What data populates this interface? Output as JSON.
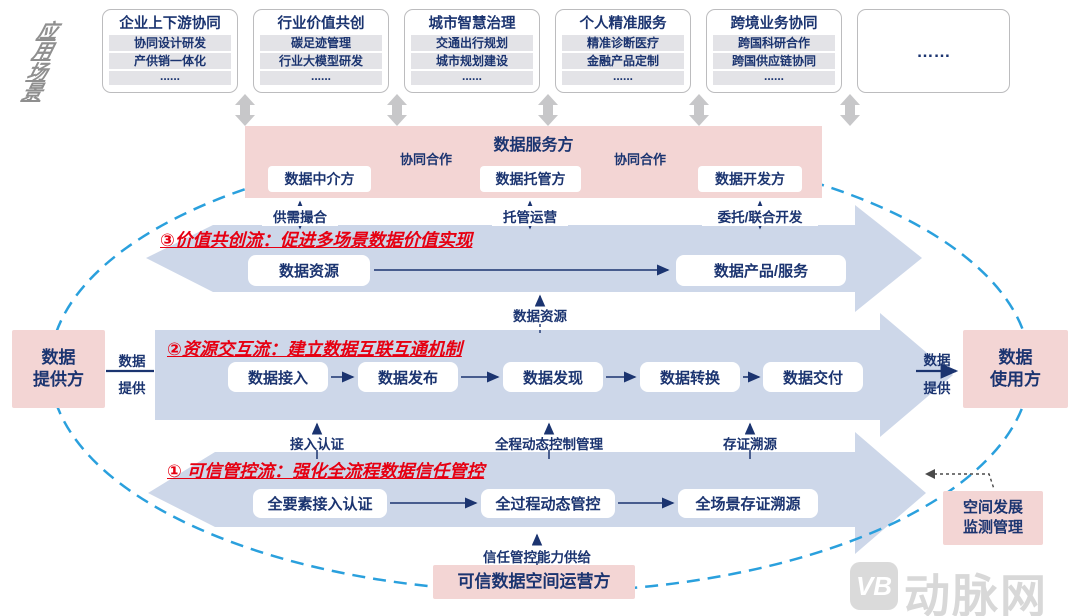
{
  "scenario_label": {
    "chars": [
      "应",
      "用",
      "场",
      "景"
    ]
  },
  "top_boxes": [
    {
      "title": "企业上下游协同",
      "rows": [
        "协同设计研发",
        "产供销一体化",
        "......"
      ]
    },
    {
      "title": "行业价值共创",
      "rows": [
        "碳足迹管理",
        "行业大模型研发",
        "......"
      ]
    },
    {
      "title": "城市智慧治理",
      "rows": [
        "交通出行规划",
        "城市规划建设",
        "......"
      ]
    },
    {
      "title": "个人精准服务",
      "rows": [
        "精准诊断医疗",
        "金融产品定制",
        "......"
      ]
    },
    {
      "title": "跨境业务协同",
      "rows": [
        "跨国科研合作",
        "跨国供应链协同",
        "......"
      ]
    },
    {
      "title": "……",
      "rows": []
    }
  ],
  "banner": {
    "title": "数据服务方",
    "roles": [
      "数据中介方",
      "数据托管方",
      "数据开发方"
    ],
    "cooperation": "协同合作",
    "functions": [
      "供需撮合",
      "托管运营",
      "委托/联合开发"
    ]
  },
  "flow3": {
    "title": "③价值共创流：促进多场景数据价值实现",
    "source": "数据资源",
    "target": "数据产品/服务"
  },
  "mid_resource_label": "数据资源",
  "flow2": {
    "title": "②资源交互流：建立数据互联互通机制",
    "steps": [
      "数据接入",
      "数据发布",
      "数据发现",
      "数据转换",
      "数据交付"
    ]
  },
  "trust_strip": [
    "接入认证",
    "全程动态控制管理",
    "存证溯源"
  ],
  "flow1": {
    "title": "① 可信管控流：强化全流程数据信任管控",
    "steps": [
      "全要素接入认证",
      "全过程动态管控",
      "全场景存证溯源"
    ]
  },
  "provider": {
    "line1": "数据",
    "line2": "提供方"
  },
  "consumer": {
    "line1": "数据",
    "line2": "使用方"
  },
  "left_link": {
    "top": "数据",
    "bottom": "提供"
  },
  "right_link": {
    "top": "数据",
    "bottom": "提供"
  },
  "operator": {
    "supply_label": "信任管控能力供给",
    "name": "可信数据空间运营方"
  },
  "monitor": {
    "line1": "空间发展",
    "line2": "监测管理"
  },
  "watermark": {
    "logo": "VB",
    "name": "动脉网"
  },
  "colors": {
    "band": "#cdd7e9",
    "pink": "#f3d5d4",
    "navy": "#1b3470",
    "red": "#e60012",
    "ellipse_blue": "#2aa0dd",
    "gray_arrow": "#c7c7c9"
  }
}
